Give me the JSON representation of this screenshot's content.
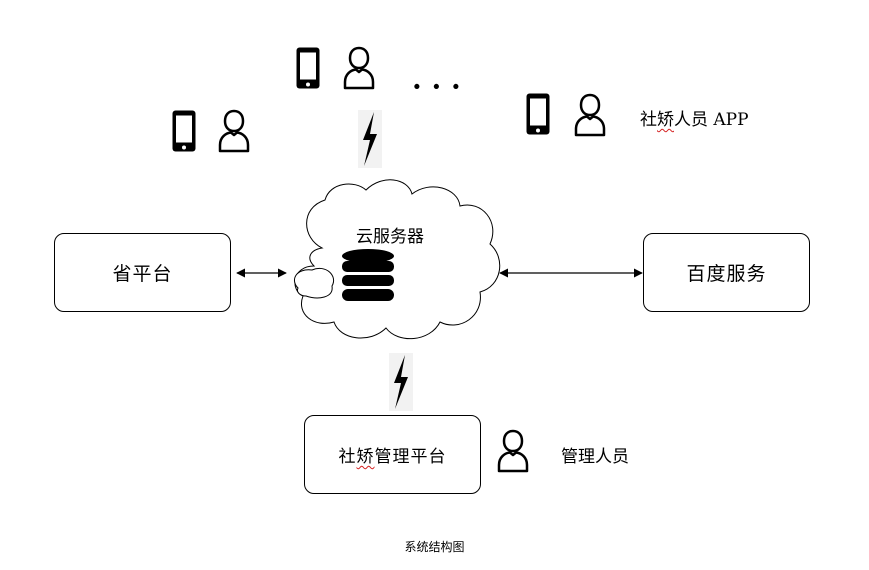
{
  "nodes": {
    "cloud_server": "云服务器",
    "province_platform": "省平台",
    "baidu_service": "百度服务",
    "overseas_platform_prefix": "社",
    "overseas_platform_underlined": "矫",
    "overseas_platform_suffix": "管理平台"
  },
  "labels": {
    "app_prefix": "社",
    "app_underlined": "矫",
    "app_suffix": "人员 APP",
    "admin": "管理人员",
    "ellipsis": "· · ·"
  },
  "caption": "系统结构图",
  "icons": [
    "phone-icon",
    "person-icon",
    "lightning-icon",
    "database-icon",
    "cloud-shape"
  ]
}
